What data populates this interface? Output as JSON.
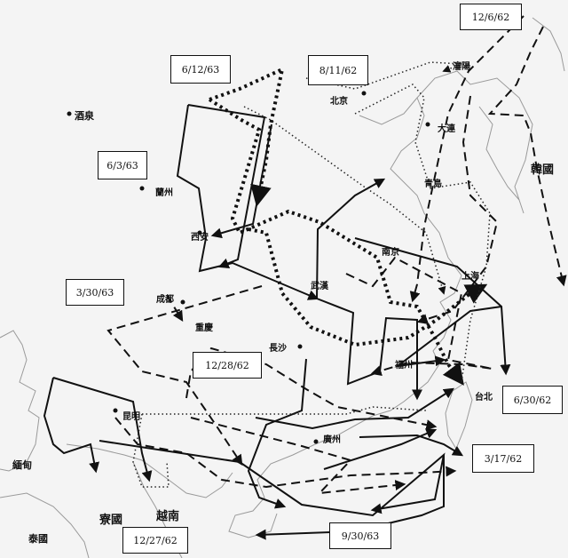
{
  "map": {
    "dates": [
      {
        "id": "d-12-6-62",
        "label": "12/6/62"
      },
      {
        "id": "d-6-12-63",
        "label": "6/12/63"
      },
      {
        "id": "d-8-11-62",
        "label": "8/11/62"
      },
      {
        "id": "d-6-3-63",
        "label": "6/3/63"
      },
      {
        "id": "d-3-30-63",
        "label": "3/30/63"
      },
      {
        "id": "d-12-28-62",
        "label": "12/28/62"
      },
      {
        "id": "d-6-30-62",
        "label": "6/30/62"
      },
      {
        "id": "d-3-17-62",
        "label": "3/17/62"
      },
      {
        "id": "d-12-27-62",
        "label": "12/27/62"
      },
      {
        "id": "d-9-30-63",
        "label": "9/30/63"
      }
    ],
    "places": {
      "jiuquan": "酒泉",
      "lanzhou": "蘭州",
      "xian": "西安",
      "chengdu": "成都",
      "chongqing": "重慶",
      "changsha": "長沙",
      "kunming": "昆明",
      "guangzhou": "廣州",
      "beijing": "北京",
      "dalian": "大連",
      "qingdao": "青島",
      "shanghai": "上海",
      "taibei": "台北",
      "hanguo": "韓國",
      "yuenan": "越南",
      "taiguo": "泰國",
      "miandian": "緬甸",
      "laoguo": "寮國",
      "shenyang": "瀋陽",
      "nanjing": "南京",
      "wuhan": "武漢",
      "fuzhou": "福州"
    }
  }
}
